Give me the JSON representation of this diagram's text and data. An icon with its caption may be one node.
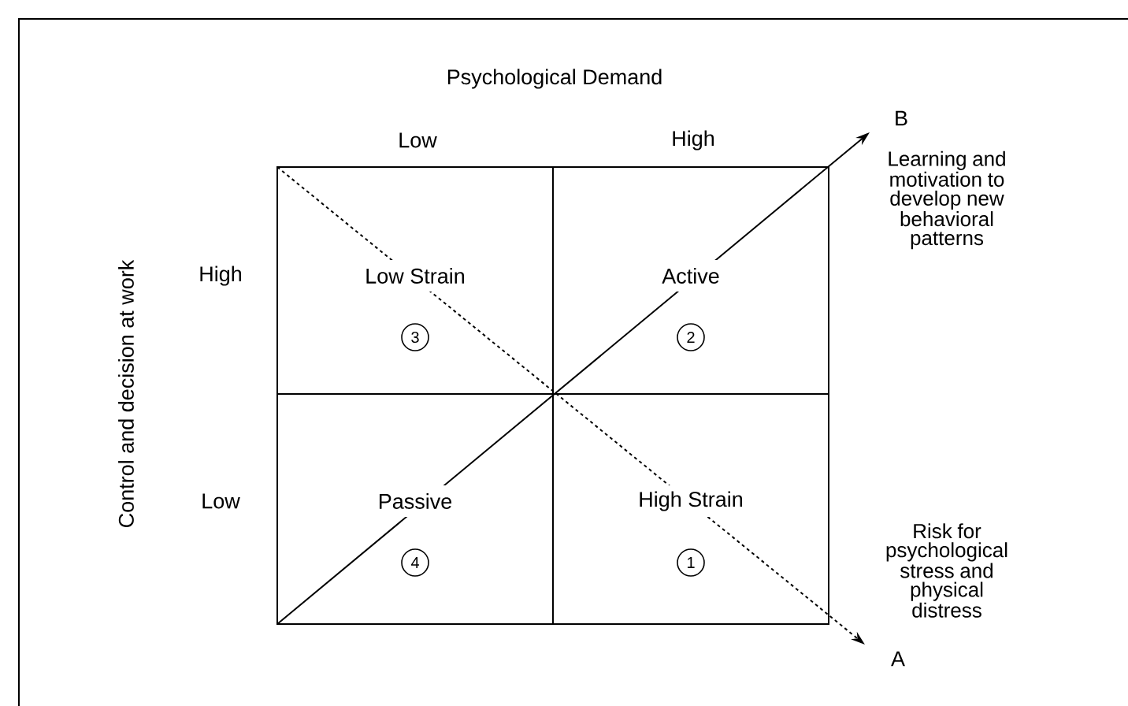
{
  "diagram": {
    "nodes": [
      {
        "text": [
          "Low Strain",
          "3"
        ]
      },
      {
        "text": [
          "Active",
          "2"
        ]
      },
      {
        "text": [
          "Passive",
          "4"
        ]
      },
      {
        "text": [
          "High Strain",
          "1"
        ]
      }
    ],
    "labels": [
      "Psychological Demand",
      "B",
      "Low",
      "High",
      "Learning and motivation to develop new behavioral patterns",
      "Control and decision at work",
      "High",
      "Low",
      "Risk for psychological stress and physical distress",
      "A"
    ]
  }
}
